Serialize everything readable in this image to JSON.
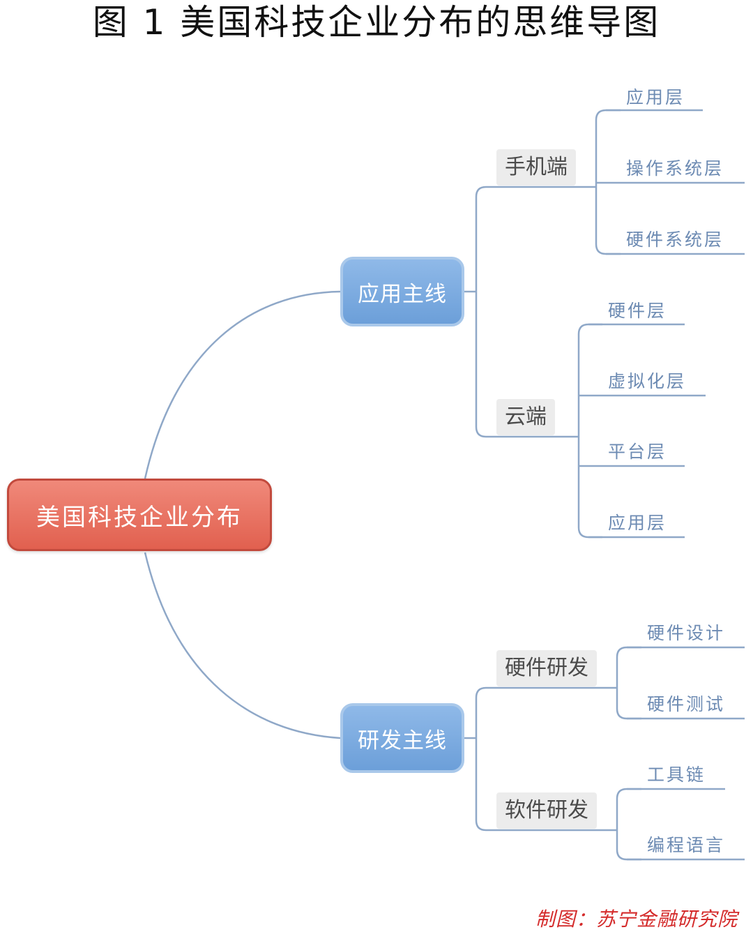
{
  "title": "图 1  美国科技企业分布的思维导图",
  "root": "美国科技企业分布",
  "branches": [
    {
      "label": "应用主线",
      "children": [
        {
          "label": "手机端",
          "leaves": [
            "应用层",
            "操作系统层",
            "硬件系统层"
          ]
        },
        {
          "label": "云端",
          "leaves": [
            "硬件层",
            "虚拟化层",
            "平台层",
            "应用层"
          ]
        }
      ]
    },
    {
      "label": "研发主线",
      "children": [
        {
          "label": "硬件研发",
          "leaves": [
            "硬件设计",
            "硬件测试"
          ]
        },
        {
          "label": "软件研发",
          "leaves": [
            "工具链",
            "编程语言"
          ]
        }
      ]
    }
  ],
  "credit": "制图：苏宁金融研究院",
  "colors": {
    "root": "#e1604f",
    "main": "#6c9fd9",
    "line": "#8fa8c8",
    "leaf_text": "#6d8bb3",
    "credit": "#d42b2b"
  }
}
